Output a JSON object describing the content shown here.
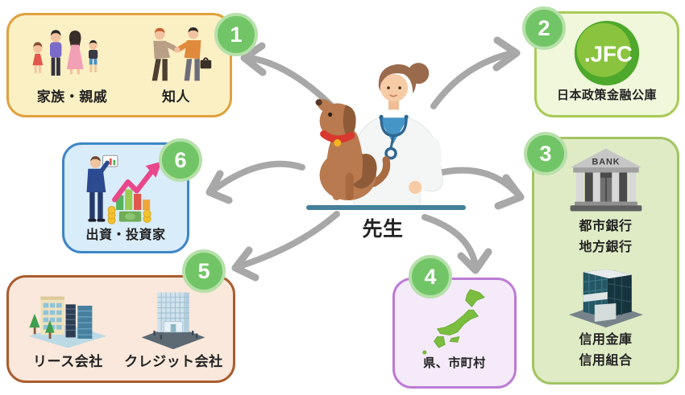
{
  "diagram": {
    "title_hidden": "",
    "center": {
      "label": "先生",
      "illustration": "vet-with-dog-icon",
      "table_color": "#44819a"
    },
    "arrow_color": "#a8a8a8",
    "badge": {
      "bg": "#72c566",
      "ring": "#b6e0aa",
      "text_color": "#ffffff"
    },
    "nodes": [
      {
        "number": "1",
        "colors": {
          "bg": "#fbf0c4",
          "border": "#dfa13f"
        },
        "items": [
          {
            "icon": "family-icon",
            "label": "家族・親戚"
          },
          {
            "icon": "handshake-icon",
            "label": "知人"
          }
        ]
      },
      {
        "number": "2",
        "colors": {
          "bg": "#f0f7db",
          "border": "#a9ca58"
        },
        "logo": {
          "icon": "jfc-logo",
          "text": ".JFC",
          "color": "#4ea82c"
        },
        "label": "日本政策金融公庫"
      },
      {
        "number": "3",
        "colors": {
          "bg": "#dfebc5",
          "border": "#a2c463"
        },
        "items": [
          {
            "icon": "bank-icon",
            "sign": "BANK",
            "labels": [
              "都市銀行",
              "地方銀行"
            ]
          },
          {
            "icon": "modern-building-icon",
            "labels": [
              "信用金庫",
              "信用組合"
            ]
          }
        ]
      },
      {
        "number": "4",
        "colors": {
          "bg": "#f5eafa",
          "border": "#bc7bd4"
        },
        "items": [
          {
            "icon": "japan-map-icon",
            "label": "県、市町村"
          }
        ]
      },
      {
        "number": "5",
        "colors": {
          "bg": "#f9e8db",
          "border": "#a95d2f"
        },
        "items": [
          {
            "icon": "city-buildings-icon",
            "label": "リース会社"
          },
          {
            "icon": "office-building-icon",
            "label": "クレジット会社"
          }
        ]
      },
      {
        "number": "6",
        "colors": {
          "bg": "#d9ecf9",
          "border": "#3e86c7"
        },
        "items": [
          {
            "icon": "investor-icon",
            "label": "出資・投資家"
          }
        ]
      }
    ]
  }
}
